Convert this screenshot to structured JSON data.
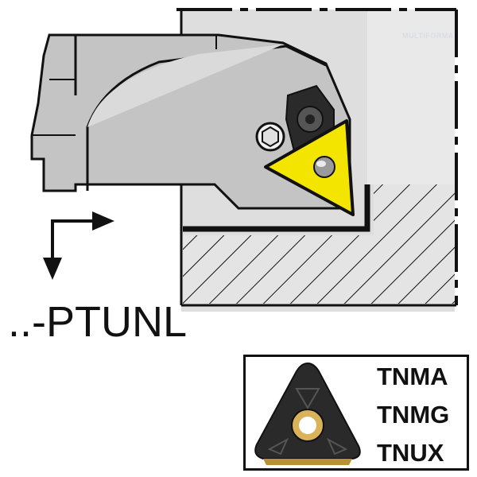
{
  "diagram": {
    "model_code": "..-PTUNL",
    "insert_codes": [
      "TNMA",
      "TNMG",
      "TNUX"
    ],
    "watermark_text": "MULTIFORMA"
  },
  "colors": {
    "insert_yellow": "#f3e500",
    "holder_gray": "#c4c4c4",
    "holder_light": "#e6e6e6",
    "workpiece": "#dedede",
    "outline": "#111111",
    "insert_dark": "#2a2a2a",
    "insert_hole": "#d9b25a"
  },
  "icons": [
    "arrow-right-icon",
    "arrow-down-icon",
    "screw-icon",
    "clamp-icon",
    "hex-socket-icon"
  ]
}
